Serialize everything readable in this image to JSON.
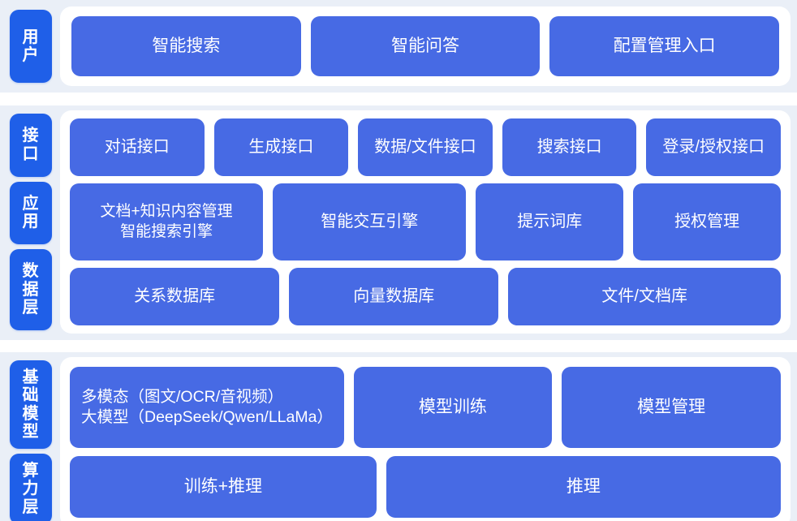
{
  "theme": {
    "background": "#eaeff7",
    "panel": "#ffffff",
    "tab_blue": "#1f5fe8",
    "box_blue": "#476ae4",
    "text_on_blue": "#ffffff"
  },
  "sections": [
    {
      "id": "user",
      "tabs": [
        "用户"
      ],
      "rows": [
        {
          "boxes": [
            {
              "label": "智能搜索",
              "flex": 1
            },
            {
              "label": "智能问答",
              "flex": 1
            },
            {
              "label": "配置管理入口",
              "flex": 1
            }
          ]
        }
      ]
    },
    {
      "id": "middle",
      "tabs": [
        "接口",
        "应用",
        "数据层"
      ],
      "rows": [
        {
          "boxes": [
            {
              "label": "对话接口",
              "flex": 1
            },
            {
              "label": "生成接口",
              "flex": 1
            },
            {
              "label": "数据/文件接口",
              "flex": 1
            },
            {
              "label": "搜索接口",
              "flex": 1
            },
            {
              "label": "登录/授权接口",
              "flex": 1
            }
          ]
        },
        {
          "boxes": [
            {
              "label": "文档+知识内容管理\n智能搜索引擎",
              "flex": 1.34,
              "multiline": true
            },
            {
              "label": "智能交互引擎",
              "flex": 1.34
            },
            {
              "label": "提示词库",
              "flex": 1
            },
            {
              "label": "授权管理",
              "flex": 1
            }
          ]
        },
        {
          "boxes": [
            {
              "label": "关系数据库",
              "flex": 1
            },
            {
              "label": "向量数据库",
              "flex": 1
            },
            {
              "label": "文件/文档库",
              "flex": 1.32
            }
          ]
        }
      ]
    },
    {
      "id": "bottom",
      "tabs": [
        "基础模型",
        "算力层"
      ],
      "rows": [
        {
          "boxes": [
            {
              "label": "多模态（图文/OCR/音视频）\n大模型（DeepSeek/Qwen/LLaMa）",
              "flex": 1.38,
              "multiline": true
            },
            {
              "label": "模型训练",
              "flex": 1
            },
            {
              "label": "模型管理",
              "flex": 1.11
            }
          ]
        },
        {
          "boxes": [
            {
              "label": "训练+推理",
              "flex": 1
            },
            {
              "label": "推理",
              "flex": 1.3
            }
          ]
        }
      ]
    }
  ]
}
